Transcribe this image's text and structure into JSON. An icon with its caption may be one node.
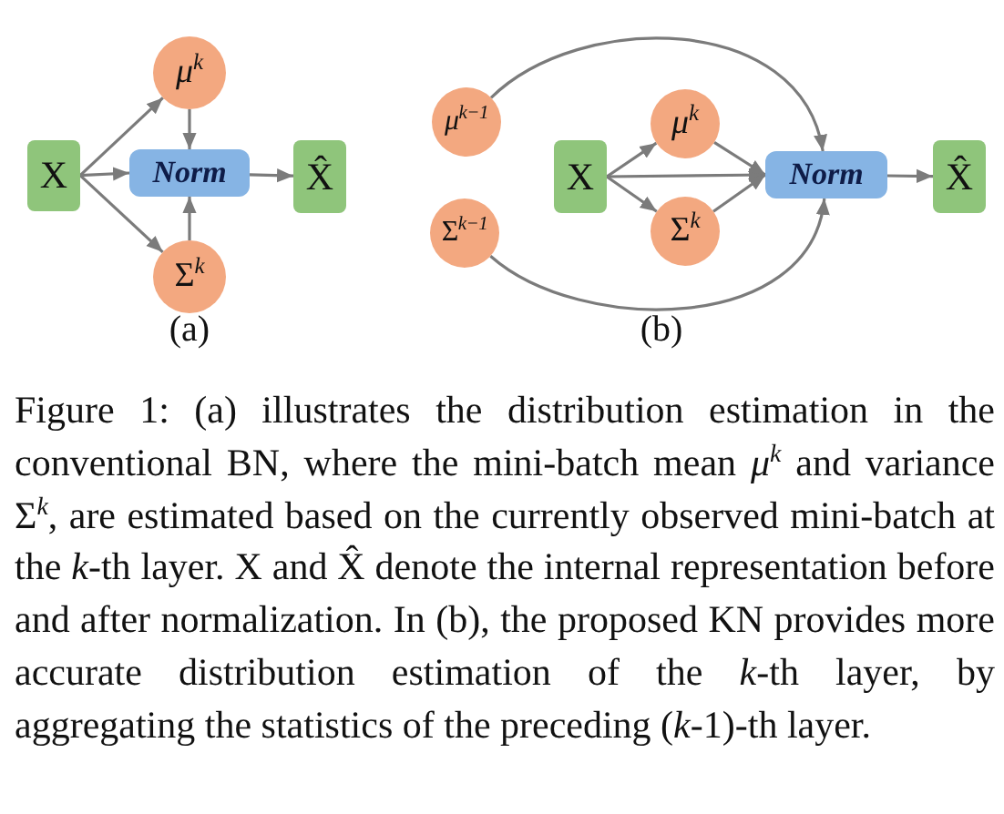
{
  "diagram": {
    "caption": "Figure 1: (a) illustrates the distribution estimation in the conventional BN, where the mini-batch mean *μ*$^{k}$ and variance Σ$^{k}$, are estimated based on the currently observed mini-batch at the *k*-th layer. X and X̂ denote the internal representation before and after normalization. In (b), the proposed KN provides more accurate distribution estimation of the *k*-th layer, by aggregating the statistics of the preceding (*k*-1)-th layer.",
    "nodes": [
      {
        "text": [
          "X"
        ]
      },
      {
        "text": [
          "*μ*$^{k}$"
        ]
      },
      {
        "text": [
          "Norm"
        ]
      },
      {
        "text": [
          "Σ$^{k}$"
        ]
      },
      {
        "text": [
          "X̂"
        ]
      },
      {
        "text": [
          "*μ*$^{k−1}$"
        ]
      },
      {
        "text": [
          "Σ$^{k−1}$"
        ]
      },
      {
        "text": [
          "X"
        ]
      },
      {
        "text": [
          "*μ*$^{k}$"
        ]
      },
      {
        "text": [
          "Σ$^{k}$"
        ]
      },
      {
        "text": [
          "Norm"
        ]
      },
      {
        "text": [
          "X̂"
        ]
      }
    ],
    "edges": [
      {
        "from": 0,
        "to": 1,
        "arrow": "to"
      },
      {
        "from": 0,
        "to": 2,
        "arrow": "to"
      },
      {
        "from": 0,
        "to": 3,
        "arrow": "to"
      },
      {
        "from": 1,
        "to": 2,
        "arrow": "to"
      },
      {
        "from": 3,
        "to": 2,
        "arrow": "to"
      },
      {
        "from": 2,
        "to": 4,
        "arrow": "to"
      },
      {
        "from": 5,
        "to": 10,
        "arrow": "to"
      },
      {
        "from": 6,
        "to": 10,
        "arrow": "to"
      },
      {
        "from": 7,
        "to": 8,
        "arrow": "to"
      },
      {
        "from": 7,
        "to": 10,
        "arrow": "to"
      },
      {
        "from": 7,
        "to": 9,
        "arrow": "to"
      },
      {
        "from": 8,
        "to": 10,
        "arrow": "to"
      },
      {
        "from": 9,
        "to": 10,
        "arrow": "to"
      },
      {
        "from": 10,
        "to": 11,
        "arrow": "to"
      }
    ],
    "labels": [
      "(a)",
      "(b)"
    ]
  }
}
